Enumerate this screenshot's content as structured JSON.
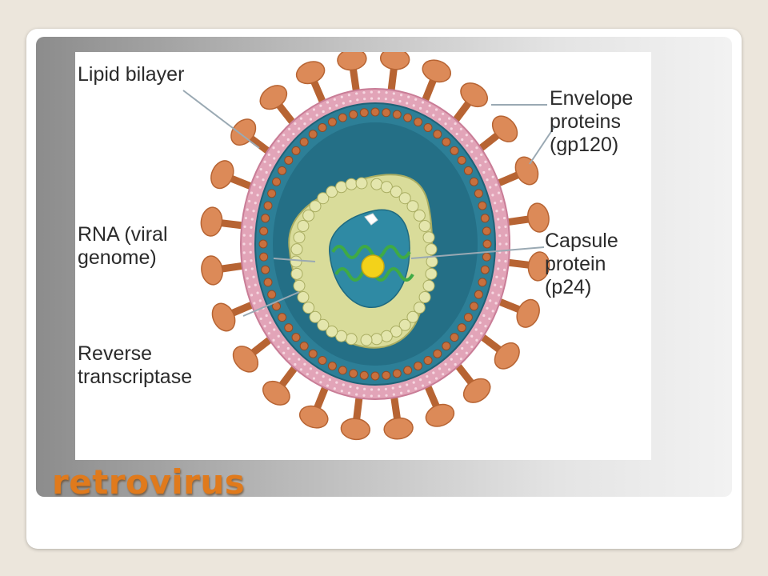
{
  "slide": {
    "title": "retrovirus"
  },
  "diagram": {
    "labels": {
      "lipid_bilayer": "Lipid bilayer",
      "envelope_proteins": "Envelope\nproteins\n(gp120)",
      "rna": "RNA (viral\ngenome)",
      "capsule_protein": "Capsule\nprotein\n(p24)",
      "reverse_transcriptase": "Reverse\ntranscriptase"
    },
    "colors": {
      "envelope_protein": "#dc8a58",
      "envelope_protein_stroke": "#b76433",
      "lipid_bilayer": "#e2a4b8",
      "matrix": "#2d7f97",
      "matrix_bead": "#c8703e",
      "capsid": "#d9dc9a",
      "capsid_stroke": "#a9ad62",
      "core": "#2f8aa4",
      "rna": "#3faa45",
      "enzyme": "#f3d21a"
    }
  }
}
